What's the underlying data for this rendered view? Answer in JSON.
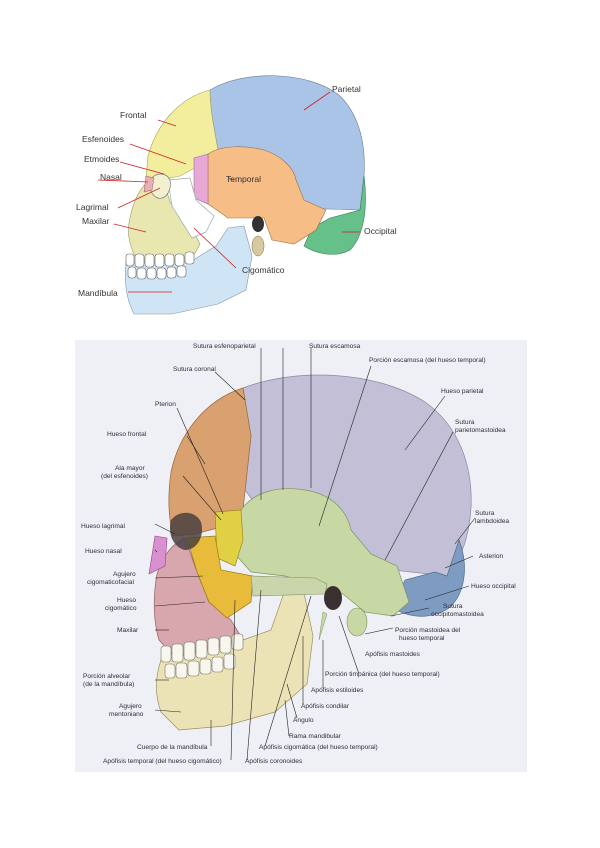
{
  "figure1": {
    "labels": {
      "frontal": "Frontal",
      "parietal": "Parietal",
      "esfenoides": "Esfenoides",
      "etmoides": "Etmoides",
      "nasal": "Nasal",
      "lagrimal": "Lagrimal",
      "maxilar": "Maxilar",
      "temporal": "Temporal",
      "occipital": "Occipital",
      "cigomatico": "Cigomático",
      "mandibula": "Mandíbula"
    }
  },
  "figure2": {
    "labels": {
      "sutura_esfenoparietal": "Sutura esfenoparietal",
      "sutura_escamosa": "Sutura escamosa",
      "sutura_coronal": "Sutura coronal",
      "porcion_escamosa_1": "Porción escamosa (del hueso temporal)",
      "pterion": "Pterion",
      "hueso_parietal": "Hueso parietal",
      "hueso_frontal": "Hueso frontal",
      "sutura_parietomastoidea_1": "Sutura",
      "sutura_parietomastoidea_2": "parietomastoidea",
      "ala_mayor_1": "Ala mayor",
      "ala_mayor_2": "(del esfenoides)",
      "sutura_lambdoidea_1": "Sutura",
      "sutura_lambdoidea_2": "lambdoidea",
      "hueso_lagrimal": "Hueso lagrimal",
      "hueso_nasal": "Hueso nasal",
      "asterion": "Asterion",
      "agujero_cigomaticofacial_1": "Agujero",
      "agujero_cigomaticofacial_2": "cigomaticofacial",
      "hueso_occipital": "Hueso occipital",
      "hueso_cigomatico_1": "Hueso",
      "hueso_cigomatico_2": "cigomático",
      "sutura_occipitomastoidea_1": "Sutura",
      "sutura_occipitomastoidea_2": "occipitomastoidea",
      "maxilar": "Maxilar",
      "porcion_mastoidea_1": "Porción mastoidea del",
      "porcion_mastoidea_2": "hueso temporal",
      "apofisis_mastoides": "Apófisis mastoides",
      "porcion_alveolar_1": "Porción alveolar",
      "porcion_alveolar_2": "(de la mandíbula)",
      "porcion_timpanica": "Porción timpánica (del hueso temporal)",
      "apofisis_estiloides": "Apófisis estiloides",
      "agujero_mentoniano_1": "Agujero",
      "agujero_mentoniano_2": "mentoniano",
      "apofisis_condilar": "Apófisis condilar",
      "angulo": "Ángulo",
      "rama_mandibular": "Rama mandibular",
      "cuerpo_mandibula": "Cuerpo de la mandíbula",
      "apofisis_cigomatica": "Apófisis cigomática (del hueso temporal)",
      "apofisis_temporal": "Apófisis temporal (del hueso cigomático)",
      "apofisis_coronoides": "Apófisis coronoides"
    }
  },
  "colors": {
    "fig1_frontal": "#f3ee9e",
    "fig1_parietal": "#a9c4e6",
    "fig1_temporal": "#f6bd86",
    "fig1_occipital": "#66c08a",
    "fig1_sphenoid": "#e7a8d6",
    "fig1_zygomatic": "#ffffff",
    "fig1_maxilla": "#e8e7b0",
    "fig1_mandible": "#cfe4f4",
    "fig1_leader": "#d32020",
    "fig2_frontal": "#d9a070",
    "fig2_parietal": "#c3bfd6",
    "fig2_temporal": "#c8d8a4",
    "fig2_occipital": "#7e9cc2",
    "fig2_sphenoid": "#e2d044",
    "fig2_zygomatic": "#e9bb3a",
    "fig2_maxilla": "#d8a6ad",
    "fig2_mandible": "#ebe3b6",
    "fig2_nasal": "#d98fd0"
  }
}
